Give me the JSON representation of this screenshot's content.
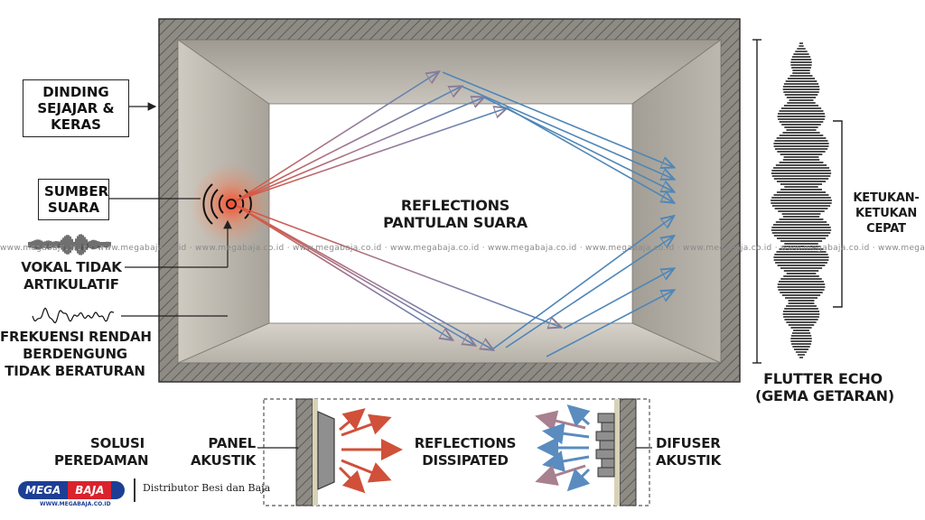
{
  "labels": {
    "parallel_walls": [
      "DINDING",
      "SEJAJAR &",
      "KERAS"
    ],
    "sound_source": [
      "SUMBER",
      "SUARA"
    ],
    "vocal": [
      "VOKAL TIDAK",
      "ARTIKULATIF"
    ],
    "low_freq": [
      "FREKUENSI RENDAH",
      "BERDENGUNG",
      "TIDAK BERATURAN"
    ],
    "reflections": [
      "REFLECTIONS",
      "PANTULAN SUARA"
    ],
    "knocks": [
      "KETUKAN-",
      "KETUKAN",
      "CEPAT"
    ],
    "flutter": [
      "FLUTTER ECHO",
      "(GEMA GETARAN)"
    ],
    "solution": [
      "SOLUSI",
      "PEREDAMAN"
    ],
    "panel": [
      "PANEL",
      "AKUSTIK"
    ],
    "dissipated": [
      "REFLECTIONS",
      "DISSIPATED"
    ],
    "diffuser": [
      "DIFUSER",
      "AKUSTIK"
    ]
  },
  "watermark": "www.megabaja.co.id · www.megabaja.co.id · www.megabaja.co.id · www.megabaja.co.id · www.megabaja.co.id · www.megabaja.co.id · www.megabaja.co.id · www.megabaja.co.id · www.megabaja.co.id · www.megabaja.co.id",
  "brand": {
    "name_left": "MEGA",
    "name_right": "BAJA",
    "url": "WWW.MEGABAJA.CO.ID",
    "tagline": "Distributor Besi dan Baja",
    "colors": {
      "blue": "#1c3f94",
      "red": "#d9232d"
    }
  },
  "colors": {
    "warm_arrow": "#d0503a",
    "cool_arrow": "#4f86b8",
    "wall": "#a8a49b"
  }
}
